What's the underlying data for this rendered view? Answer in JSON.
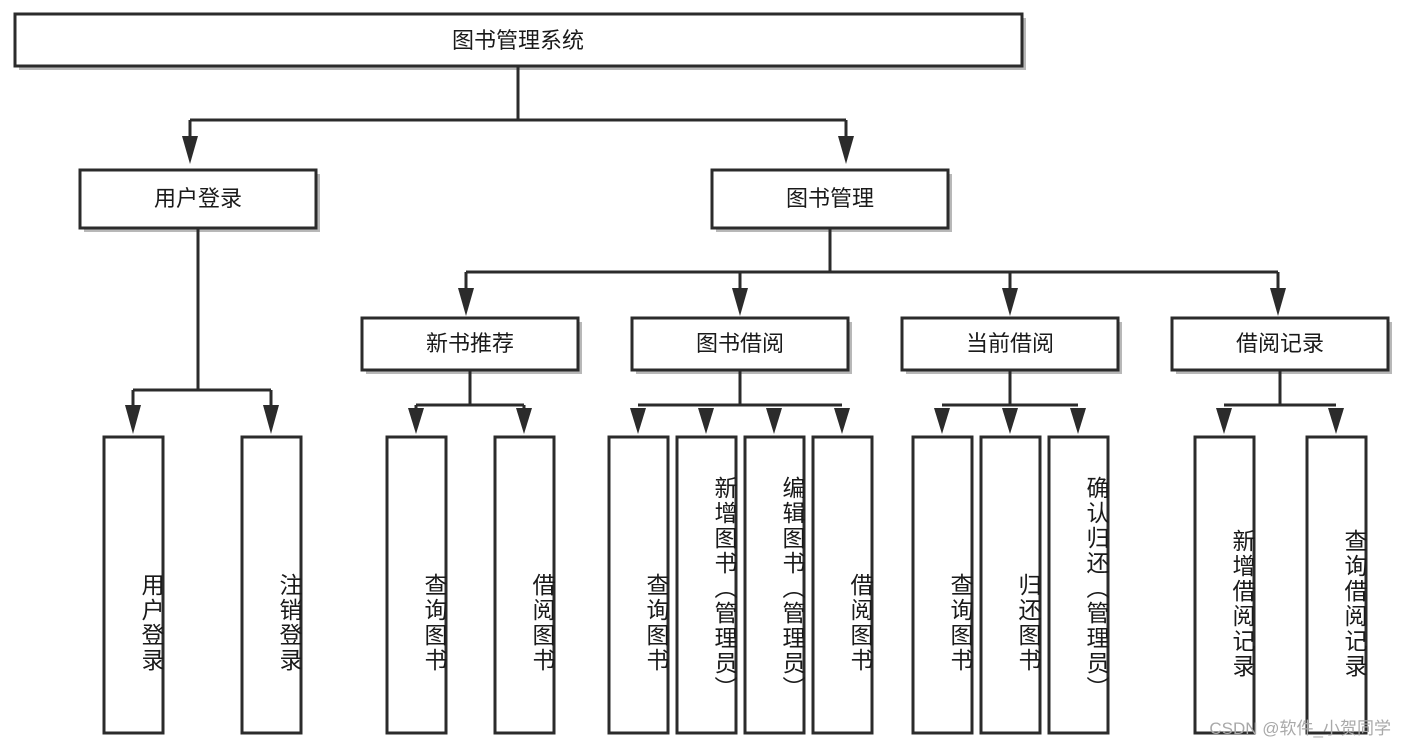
{
  "diagram": {
    "type": "tree",
    "title": "图书管理系统",
    "root": {
      "id": "root",
      "label": "图书管理系统"
    },
    "level1": [
      {
        "id": "user-login",
        "label": "用户登录"
      },
      {
        "id": "book-manage",
        "label": "图书管理"
      }
    ],
    "level2": [
      {
        "id": "new-book-recommend",
        "label": "新书推荐",
        "parent": "book-manage"
      },
      {
        "id": "book-borrow",
        "label": "图书借阅",
        "parent": "book-manage"
      },
      {
        "id": "current-borrow",
        "label": "当前借阅",
        "parent": "book-manage"
      },
      {
        "id": "borrow-record",
        "label": "借阅记录",
        "parent": "book-manage"
      }
    ],
    "leaves": [
      {
        "id": "leaf-user-login",
        "label": "用户登录",
        "parent": "user-login"
      },
      {
        "id": "leaf-user-logout",
        "label": "注销登录",
        "parent": "user-login"
      },
      {
        "id": "leaf-query-book-1",
        "label": "查询图书",
        "parent": "new-book-recommend"
      },
      {
        "id": "leaf-borrow-book-1",
        "label": "借阅图书",
        "parent": "new-book-recommend"
      },
      {
        "id": "leaf-query-book-2",
        "label": "查询图书",
        "parent": "book-borrow"
      },
      {
        "id": "leaf-add-book",
        "label": "新增图书（管理员）",
        "parent": "book-borrow"
      },
      {
        "id": "leaf-edit-book",
        "label": "编辑图书（管理员）",
        "parent": "book-borrow"
      },
      {
        "id": "leaf-borrow-book-2",
        "label": "借阅图书",
        "parent": "book-borrow"
      },
      {
        "id": "leaf-query-book-3",
        "label": "查询图书",
        "parent": "current-borrow"
      },
      {
        "id": "leaf-return-book",
        "label": "归还图书",
        "parent": "current-borrow"
      },
      {
        "id": "leaf-confirm-return",
        "label": "确认归还（管理员）",
        "parent": "current-borrow"
      },
      {
        "id": "leaf-add-record",
        "label": "新增借阅记录",
        "parent": "borrow-record"
      },
      {
        "id": "leaf-query-record",
        "label": "查询借阅记录",
        "parent": "borrow-record"
      }
    ],
    "colors": {
      "box_fill": "#ffffff",
      "box_stroke": "#2b2b2b",
      "shadow": "#b8b8b8",
      "text": "#1a1a1a",
      "watermark": "#a9a9a9"
    }
  },
  "watermark": {
    "text": "CSDN @软件_小贺同学"
  }
}
